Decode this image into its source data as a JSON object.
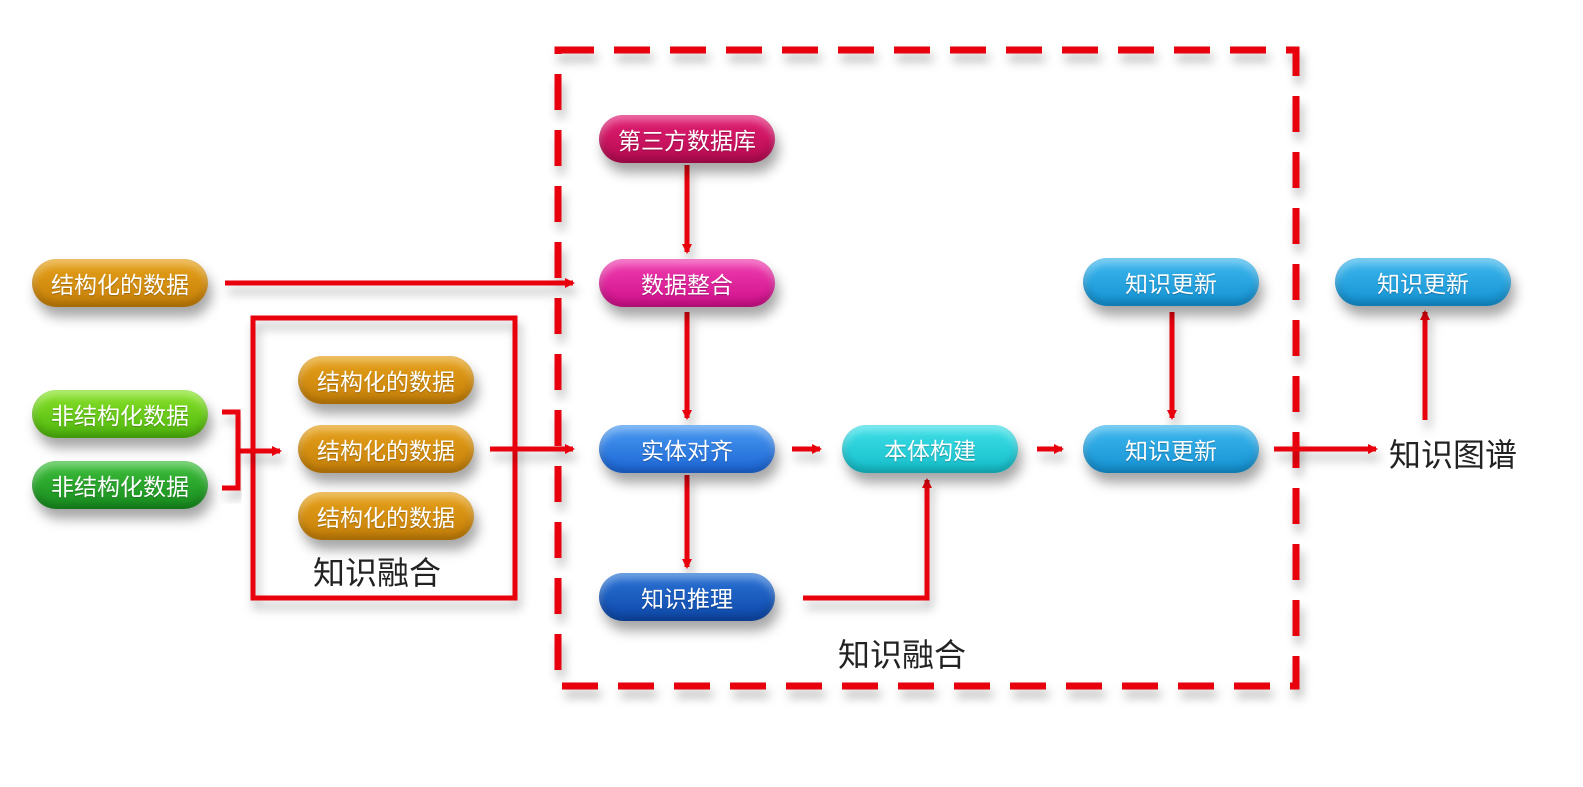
{
  "nodes": {
    "struct_input": "结构化的数据",
    "unstruct_1": "非结构化数据",
    "unstruct_2": "非结构化数据",
    "fusion_struct_1": "结构化的数据",
    "fusion_struct_2": "结构化的数据",
    "fusion_struct_3": "结构化的数据",
    "third_party_db": "第三方数据库",
    "data_integration": "数据整合",
    "entity_alignment": "实体对齐",
    "knowledge_reasoning": "知识推理",
    "ontology_building": "本体构建",
    "knowledge_update_main": "知识更新",
    "knowledge_update_top": "知识更新",
    "knowledge_update_outside": "知识更新"
  },
  "labels": {
    "inner_fusion": "知识融合",
    "main_fusion": "知识融合",
    "knowledge_graph": "知识图谱"
  },
  "colors": {
    "arrow": "#e8060f",
    "dashed_border": "#e8060f"
  }
}
